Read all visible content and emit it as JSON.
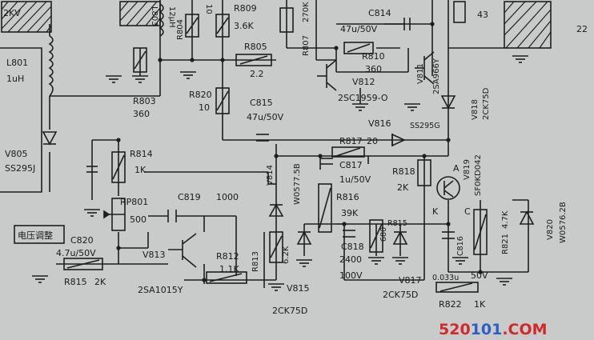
{
  "labels": {
    "top_left_voltage": "2KV",
    "l803": "L803",
    "l803_val": "12μH",
    "r804": "R804",
    "r804_val": "10",
    "r809": "R809",
    "r809_val": "3.6K",
    "r807": "R807",
    "r807_val": "270K",
    "c814": "C814",
    "c814_val": "47u/50V",
    "r_top_right_val": "43",
    "far_right": "22",
    "l801": "L801",
    "l801_val": "1uH",
    "r805": "R805",
    "r805_val": "2.2",
    "r810": "R810",
    "r810_val": "360",
    "v811": "V811",
    "v811_part": "2SA966Y",
    "v812": "V812",
    "v812_part": "2SC1959-O",
    "r803": "R803",
    "r803_val": "360",
    "r820": "R820",
    "r820_val": "10",
    "c815": "C815",
    "c815_val": "47u/50V",
    "v816": "V816",
    "v816_part": "SS295G",
    "v818": "V818",
    "v818_part": "2CK75D",
    "v805": "V805",
    "v805_part": "SS295J",
    "r814": "R814",
    "r814_val": "1K",
    "r817": "R817",
    "r817_val": "20",
    "c817": "C817",
    "c817_val": "1u/50V",
    "r818": "R818",
    "r818_val": "2K",
    "v819": "V819",
    "v819_part": "SF0KD042",
    "v814": "V814",
    "v814_part": "W0577.5B",
    "rp801": "RP801",
    "rp801_val": "500",
    "c819": "C819",
    "c819_val": "1000",
    "r816": "R816",
    "r816_val": "39K",
    "r815_top": "R815",
    "r815_top_val": "680",
    "v820": "V820",
    "v820_part": "W0576.2B",
    "chinese_box": "电压调整",
    "c820": "C820",
    "c820_val": "4.7u/50V",
    "v813": "V813",
    "v813_part": "2SA1015Y",
    "r812": "R812",
    "r812_val": "1.1K",
    "r813": "R813",
    "r813_val": "6.2K",
    "c818": "C818",
    "c818_val": "2400",
    "c818_v": "100V",
    "v817": "V817",
    "v817_part": "2CK75D",
    "c816": "C816",
    "c816_val": "0.033u",
    "c816_v": "50V",
    "r821": "R821",
    "r821_val": "4.7K",
    "r815": "R815",
    "r815_val": "2K",
    "v815": "V815",
    "v815_part": "2CK75D",
    "r822": "R822",
    "r822_val": "1K",
    "pin_k": "K",
    "pin_c": "C",
    "pin_a": "A"
  },
  "watermark": {
    "part1": "520",
    "part2": "101",
    "part3": ".COM"
  },
  "colors": {
    "background": "#c9cbcb",
    "ink": "#1e1e1e",
    "watermark_red": "#d12a2a",
    "watermark_blue": "#2a5fc7"
  }
}
